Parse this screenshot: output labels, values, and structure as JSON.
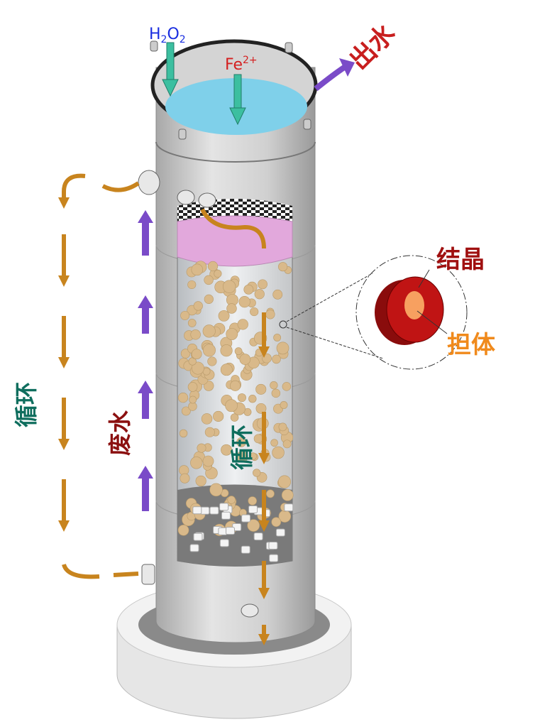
{
  "labels": {
    "h2o2": {
      "main": "H",
      "sub1": "2",
      "mid": "O",
      "sub2": "2"
    },
    "fe": {
      "main": "Fe",
      "sup": "2+"
    },
    "outlet": "出水",
    "crystal": "结晶",
    "carrier": "担体",
    "recycle_outer": "循环",
    "wastewater": "废水",
    "recycle_inner": "循环"
  },
  "colors": {
    "h2o2": "#1a2ee0",
    "fe": "#d42020",
    "outlet": "#c81e1e",
    "crystal": "#a01010",
    "carrier": "#f08a1c",
    "recycle": "#0f6e5e",
    "wastewater": "#8b1010",
    "dosing_arrow": "#3cbfa0",
    "flow_purple": "#7a4bc8",
    "flow_orange": "#c8841e",
    "water": "#7fd0ea",
    "sludge_layer": "#e2a8dc",
    "particle": "#d9b98a",
    "particle_ring": "#b81010",
    "particle_core": "#f7a060"
  }
}
